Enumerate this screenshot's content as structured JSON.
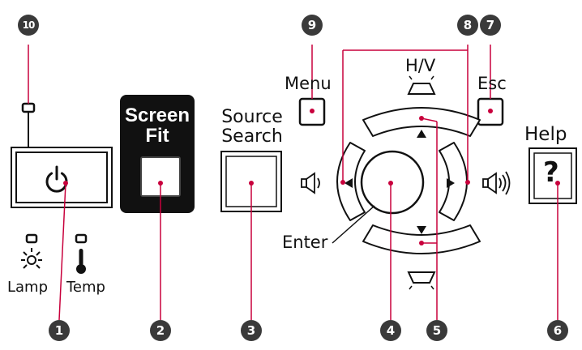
{
  "labels": {
    "screen_fit": "Screen",
    "screen_fit_2": "Fit",
    "source_search_1": "Source",
    "source_search_2": "Search",
    "menu": "Menu",
    "hv": "H/V",
    "esc": "Esc",
    "help": "Help",
    "enter": "Enter",
    "lamp": "Lamp",
    "temp": "Temp",
    "help_symbol": "?"
  },
  "callouts": [
    "1",
    "2",
    "3",
    "4",
    "5",
    "6",
    "7",
    "8",
    "9",
    "10"
  ],
  "icons": {
    "power": "power-icon",
    "volume_down": "volume-down-icon",
    "volume_up": "volume-up-icon",
    "lamp": "lamp-icon",
    "temp": "thermometer-icon",
    "keystone_up": "keystone-up-icon",
    "keystone_down": "keystone-down-icon"
  },
  "colors": {
    "accent": "#c8003c",
    "badge": "#3a3a3a",
    "screen_fit_bg": "#111111"
  }
}
